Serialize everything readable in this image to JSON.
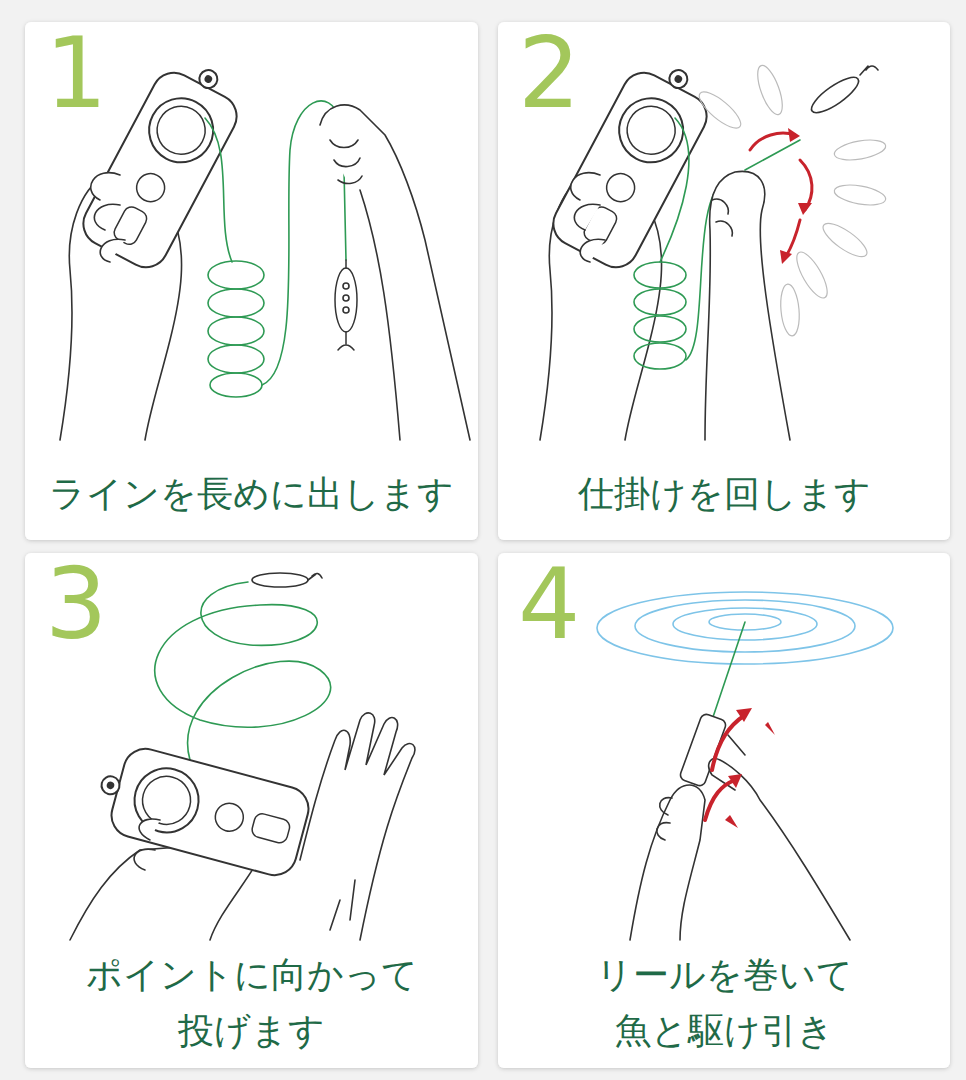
{
  "diagram": {
    "nodes": [
      {
        "text": [
          "1",
          "ラインを長めに出します"
        ]
      },
      {
        "text": [
          "2",
          "仕掛けを回します"
        ]
      },
      {
        "text": [
          "3",
          "ポイントに向かって 投げます"
        ]
      },
      {
        "text": [
          "4",
          "リールを巻いて 魚と駆け引き"
        ]
      }
    ]
  }
}
